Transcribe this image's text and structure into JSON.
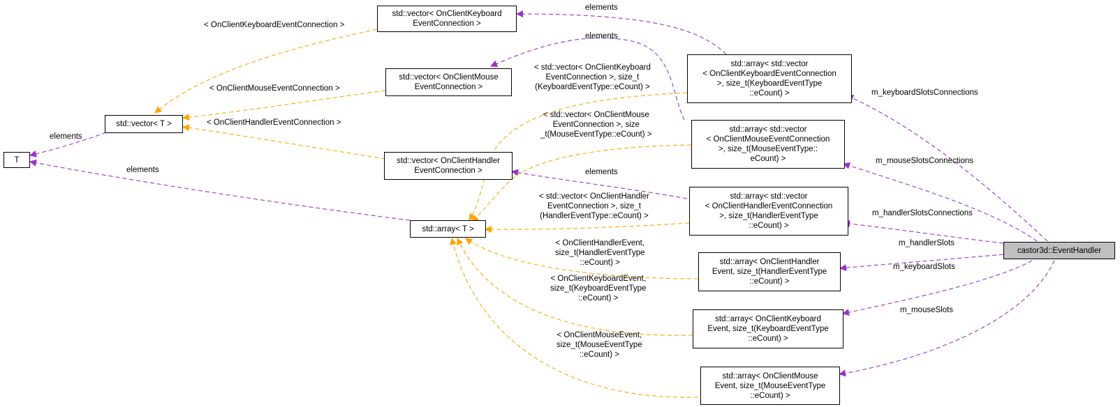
{
  "colors": {
    "member_edge": "#9a32cd",
    "template_edge": "#ffa500",
    "focus_fill": "#bfbfbf",
    "node_border": "#000000"
  },
  "nodes": {
    "t": "T",
    "vector_t": "std::vector< T >",
    "array_t": "std::array< T >",
    "vec_keyboard": "std::vector< OnClientKeyboard\nEventConnection >",
    "vec_mouse": "std::vector< OnClientMouse\nEventConnection >",
    "vec_handler": "std::vector< OnClientHandler\nEventConnection >",
    "arr_vec_keyboard": "std::array< std::vector\n< OnClientKeyboardEventConnection\n>, size_t(KeyboardEventType\n::eCount) >",
    "arr_vec_mouse": "std::array< std::vector\n< OnClientMouseEventConnection\n>, size_t(MouseEventType::\neCount) >",
    "arr_vec_handler": "std::array< std::vector\n< OnClientHandlerEventConnection\n>, size_t(HandlerEventType\n::eCount) >",
    "arr_handler": "std::array< OnClientHandler\nEvent, size_t(HandlerEventType\n::eCount) >",
    "arr_keyboard": "std::array< OnClientKeyboard\nEvent, size_t(KeyboardEventType\n::eCount) >",
    "arr_mouse": "std::array< OnClientMouse\nEvent, size_t(MouseEventType\n::eCount) >",
    "event_handler": "castor3d::EventHandler"
  },
  "labels": {
    "elements_1": "elements",
    "elements_2": "elements",
    "elements_3": "elements",
    "elements_4": "elements",
    "elements_5": "elements",
    "tmpl_keyboard_conn": "< OnClientKeyboardEventConnection >",
    "tmpl_mouse_conn": "< OnClientMouseEventConnection >",
    "tmpl_handler_conn": "< OnClientHandlerEventConnection >",
    "tmpl_arr_keyboard_conn": "< std::vector< OnClientKeyboard\nEventConnection >, size_t\n(KeyboardEventType::eCount) >",
    "tmpl_arr_mouse_conn": "< std::vector< OnClientMouse\nEventConnection >, size\n_t(MouseEventType::eCount) >",
    "tmpl_arr_handler_conn": "< std::vector< OnClientHandler\nEventConnection >, size_t\n(HandlerEventType::eCount) >",
    "tmpl_arr_handler": "< OnClientHandlerEvent,\nsize_t(HandlerEventType\n::eCount) >",
    "tmpl_arr_keyboard": "< OnClientKeyboardEvent,\nsize_t(KeyboardEventType\n::eCount) >",
    "tmpl_arr_mouse": "< OnClientMouseEvent,\nsize_t(MouseEventType\n::eCount) >",
    "m_keyboardSlotsConnections": "m_keyboardSlotsConnections",
    "m_mouseSlotsConnections": "m_mouseSlotsConnections",
    "m_handlerSlotsConnections": "m_handlerSlotsConnections",
    "m_handlerSlots": "m_handlerSlots",
    "m_keyboardSlots": "m_keyboardSlots",
    "m_mouseSlots": "m_mouseSlots"
  }
}
